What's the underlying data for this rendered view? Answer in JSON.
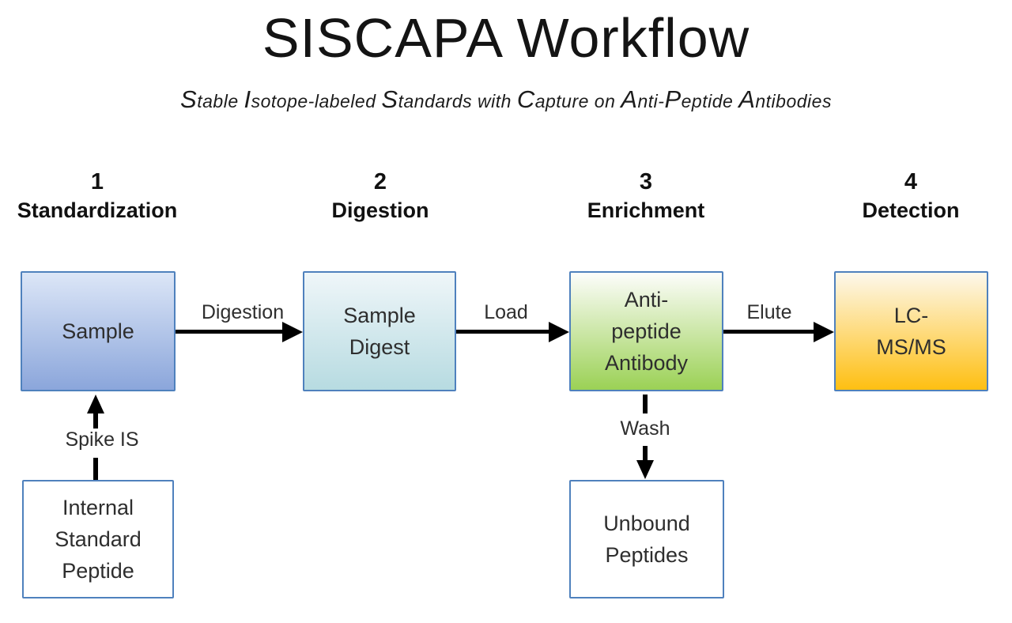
{
  "title": "SISCAPA Workflow",
  "subtitle": "Stable Isotope-labeled Standards with Capture on Anti-Peptide Antibodies",
  "stages": [
    {
      "number": "1",
      "label": "Standardization"
    },
    {
      "number": "2",
      "label": "Digestion"
    },
    {
      "number": "3",
      "label": "Enrichment"
    },
    {
      "number": "4",
      "label": "Detection"
    }
  ],
  "boxes": {
    "sample": {
      "text": "Sample",
      "fill_top": "#dce6f7",
      "fill_bottom": "#8ba6db"
    },
    "sample_digest": {
      "text": "Sample\nDigest",
      "fill_top": "#eff6f9",
      "fill_bottom": "#b7dbe1"
    },
    "anti_peptide_antibody": {
      "text": "Anti-\npeptide\nAntibody",
      "fill_top": "#fdfdfb",
      "fill_bottom": "#9bd155"
    },
    "lc_msms": {
      "text": "LC-\nMS/MS",
      "fill_top": "#fdf8ec",
      "fill_bottom": "#febf12"
    },
    "internal_standard_peptide": {
      "text": "Internal\nStandard\nPeptide",
      "fill_top": "#ffffff",
      "fill_bottom": "#ffffff"
    },
    "unbound_peptides": {
      "text": "Unbound\nPeptides",
      "fill_top": "#ffffff",
      "fill_bottom": "#ffffff"
    }
  },
  "arrows": {
    "digestion": "Digestion",
    "load": "Load",
    "elute": "Elute",
    "spike_is": "Spike IS",
    "wash": "Wash"
  },
  "colors": {
    "box_border": "#4f81bd",
    "arrow": "#000000",
    "text": "#2e2e2e"
  }
}
